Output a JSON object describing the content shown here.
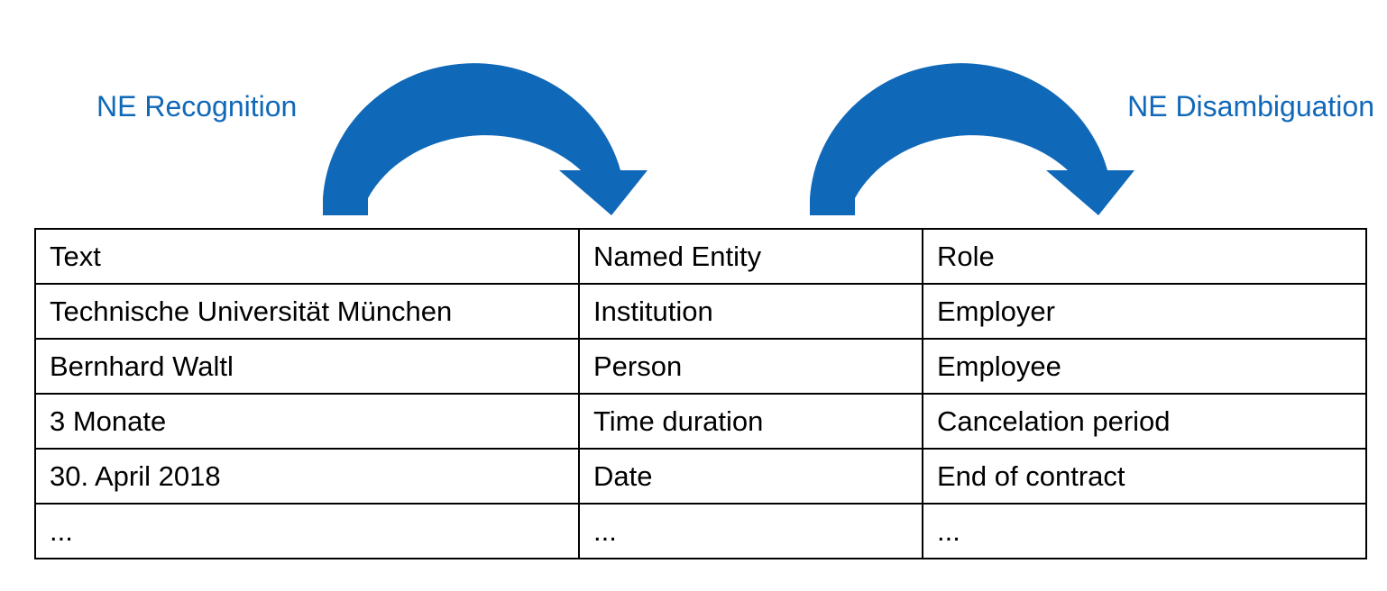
{
  "labels": {
    "recognition": "NE Recognition",
    "disambiguation": "NE Disambiguation"
  },
  "colors": {
    "accent": "#1068b8",
    "border": "#000000",
    "text": "#000000"
  },
  "icons": {
    "left_arrow": "curved-arrow-icon",
    "right_arrow": "curved-arrow-icon"
  },
  "table": {
    "headers": [
      "Text",
      "Named Entity",
      "Role"
    ],
    "rows": [
      [
        "Technische Universität München",
        "Institution",
        "Employer"
      ],
      [
        "Bernhard Waltl",
        "Person",
        "Employee"
      ],
      [
        "3 Monate",
        "Time duration",
        "Cancelation period"
      ],
      [
        "30. April 2018",
        "Date",
        "End of contract"
      ],
      [
        "...",
        "...",
        "..."
      ]
    ]
  }
}
